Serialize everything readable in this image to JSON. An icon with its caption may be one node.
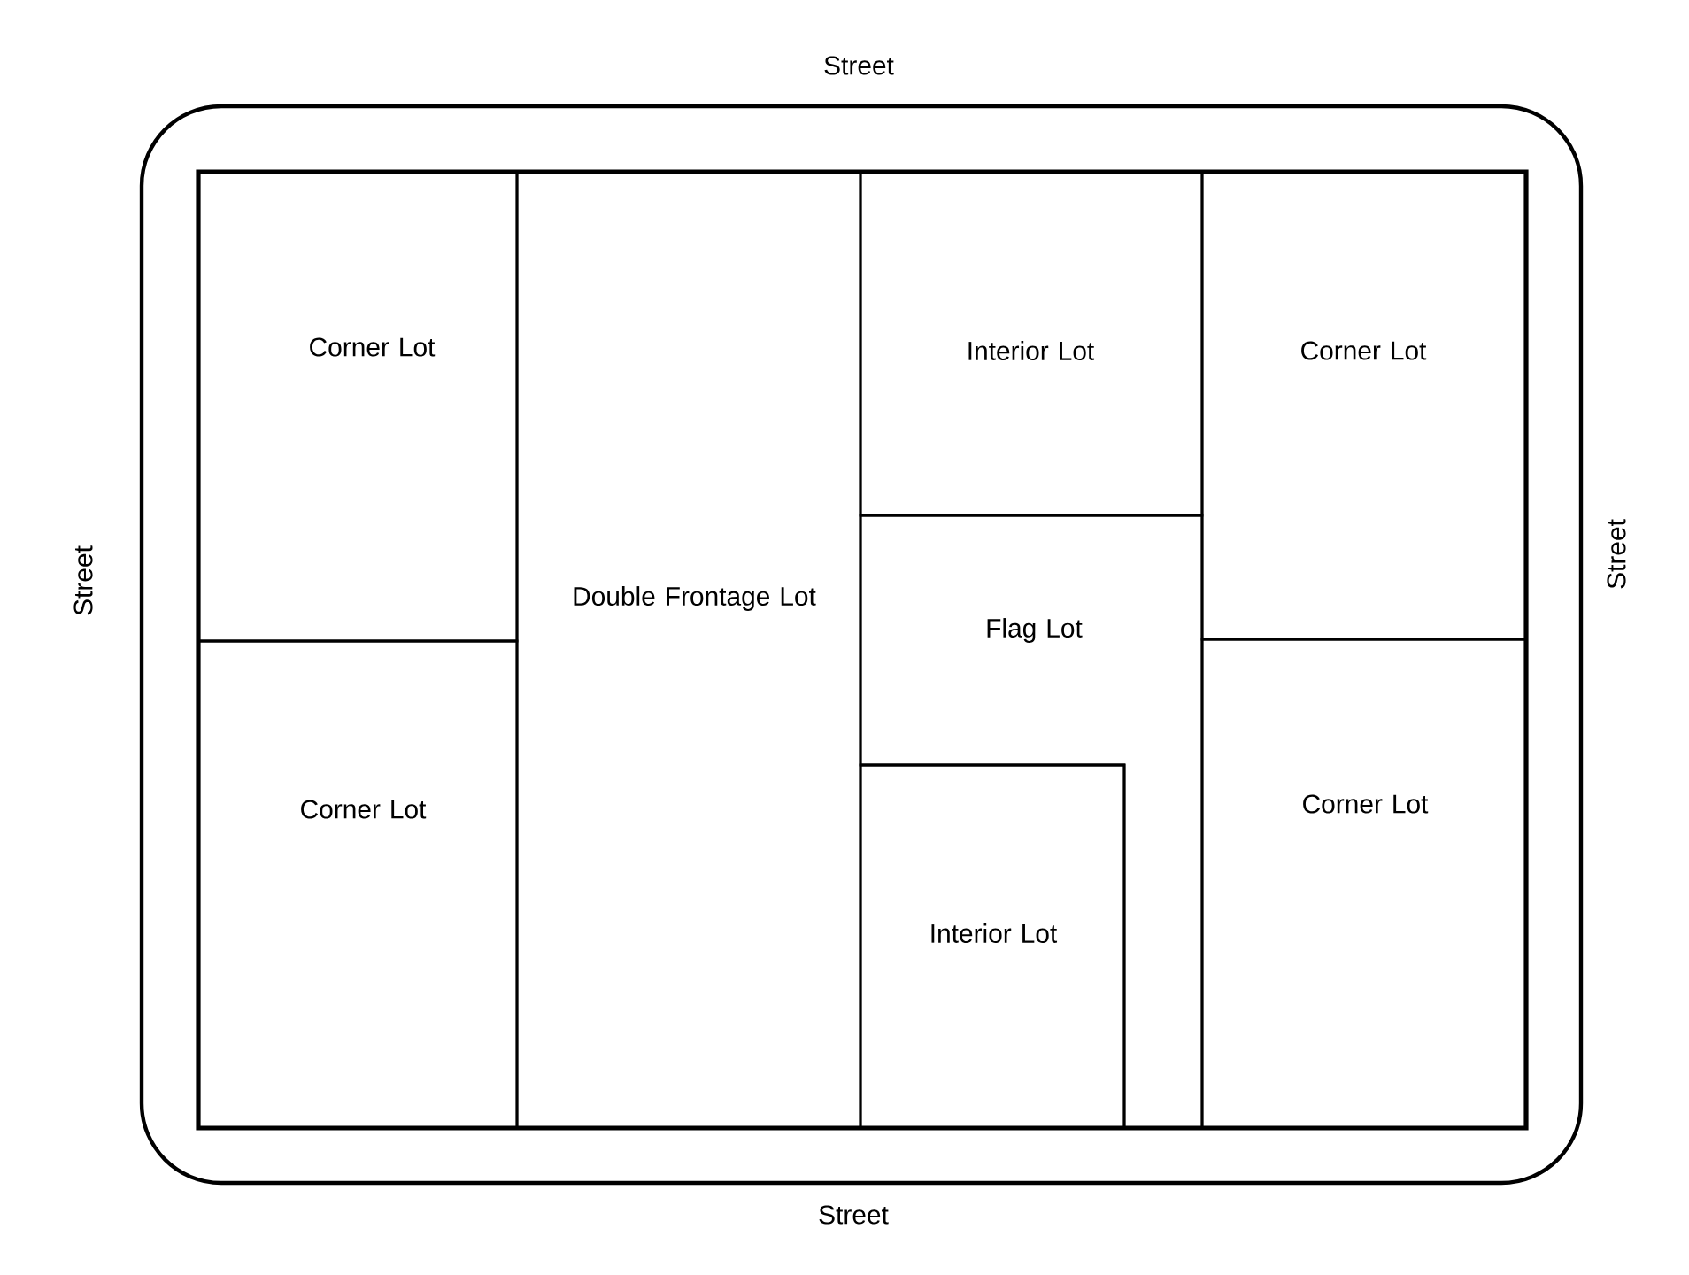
{
  "diagram": {
    "nodes": [
      {
        "text": [
          "Corner Lot"
        ]
      },
      {
        "text": [
          "Corner Lot"
        ]
      },
      {
        "text": [
          "Double Frontage Lot"
        ]
      },
      {
        "text": [
          "Interior Lot"
        ]
      },
      {
        "text": [
          "Flag Lot"
        ]
      },
      {
        "text": [
          "Interior Lot"
        ]
      },
      {
        "text": [
          "Corner Lot"
        ]
      },
      {
        "text": [
          "Corner Lot"
        ]
      }
    ],
    "labels": [
      "Street",
      "Street",
      "Street",
      "Street"
    ]
  }
}
